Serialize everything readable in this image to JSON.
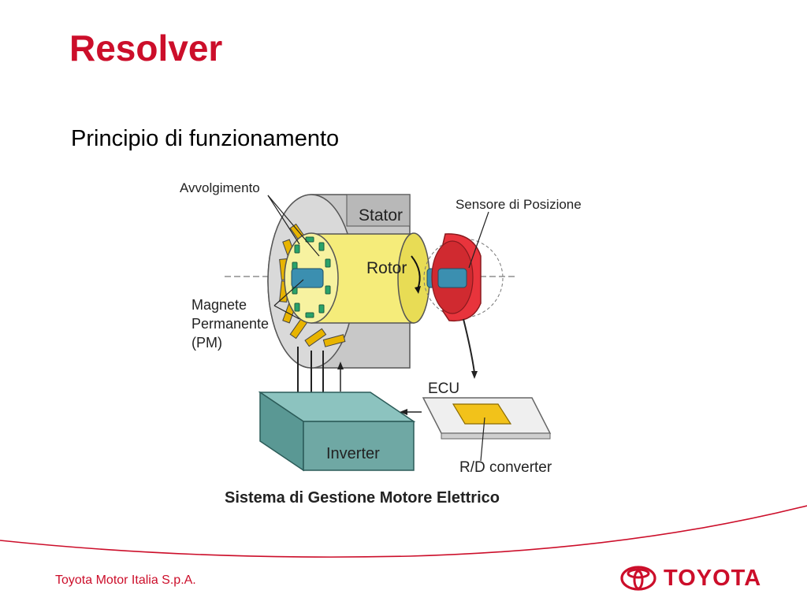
{
  "slide": {
    "title": "Resolver",
    "subtitle": "Principio di funzionamento"
  },
  "figure": {
    "labels": {
      "winding": "Avvolgimento",
      "stator": "Stator",
      "position_sensor": "Sensore di Posizione",
      "rotor": "Rotor",
      "magnet_line1": "Magnete",
      "magnet_line2": "Permanente",
      "magnet_line3": "(PM)",
      "ecu": "ECU",
      "inverter": "Inverter",
      "rd_converter": "R/D converter"
    },
    "caption": "Sistema di Gestione Motore Elettrico"
  },
  "footer": {
    "company": "Toyota Motor Italia S.p.A.",
    "logo_word": "TOYOTA"
  },
  "colors": {
    "brand_red": "#cc0e2a",
    "rotor_yellow": "#f5ec7a",
    "stator_gray": "#c8c8c8",
    "inverter_teal": "#6fa8a4",
    "shaft_blue": "#3b8fb0",
    "sensor_red": "#e8343c"
  },
  "icons": {
    "logo": "toyota-emblem-icon"
  }
}
